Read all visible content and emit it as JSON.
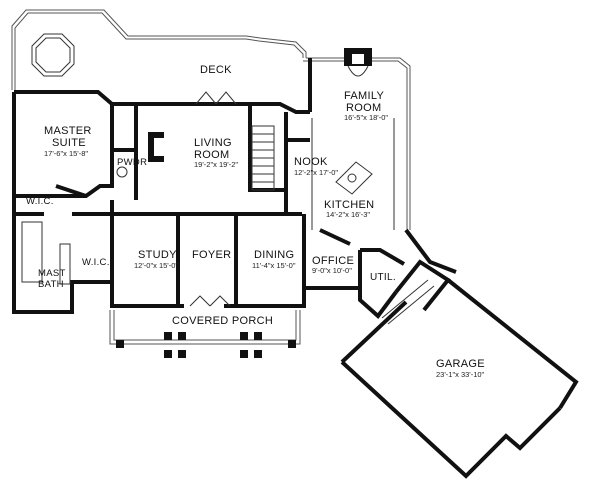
{
  "rooms": {
    "deck": {
      "label": "DECK"
    },
    "master_suite": {
      "label1": "MASTER",
      "label2": "SUITE",
      "dims": "17'-6\"x 15'-8\""
    },
    "pwdr": {
      "label": "PWDR"
    },
    "living": {
      "label1": "LIVING",
      "label2": "ROOM",
      "dims": "19'-2\"x 19'-2\""
    },
    "family": {
      "label1": "FAMILY",
      "label2": "ROOM",
      "dims": "16'-5\"x 18'-0\""
    },
    "nook": {
      "label": "NOOK",
      "dims": "12'-2\"x 17'-0\""
    },
    "kitchen": {
      "label": "KITCHEN",
      "dims": "14'-2\"x 16'-3\""
    },
    "wic_top": {
      "label": "W.I.C."
    },
    "wic_bottom": {
      "label": "W.I.C."
    },
    "mast_bath": {
      "label1": "MAST",
      "label2": "BATH"
    },
    "study": {
      "label": "STUDY",
      "dims": "12'-0\"x 15'-0\""
    },
    "foyer": {
      "label": "FOYER"
    },
    "dining": {
      "label": "DINING",
      "dims": "11'-4\"x 15'-0\""
    },
    "office": {
      "label": "OFFICE",
      "dims": "9'-0\"x 10'-0\""
    },
    "util": {
      "label": "UTIL."
    },
    "porch": {
      "label": "COVERED PORCH"
    },
    "garage": {
      "label": "GARAGE",
      "dims": "23'-1\"x 33'-10\""
    }
  }
}
